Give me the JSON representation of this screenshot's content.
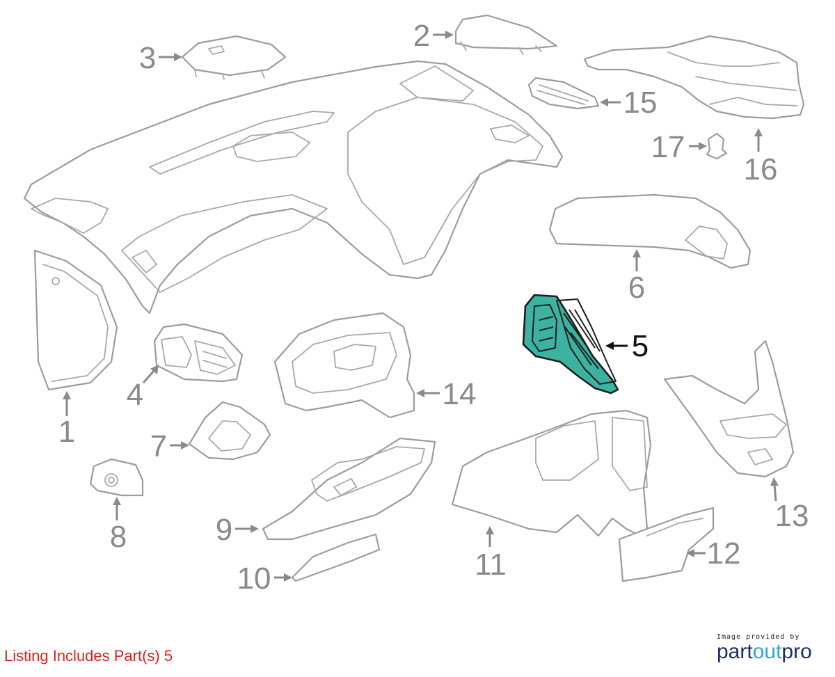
{
  "diagram": {
    "highlighted_part": "5",
    "highlight_color": "#3bb3a0",
    "line_color": "#9c9c9c",
    "callouts": [
      "1",
      "2",
      "3",
      "4",
      "5",
      "6",
      "7",
      "8",
      "9",
      "10",
      "11",
      "12",
      "13",
      "14",
      "15",
      "16",
      "17"
    ]
  },
  "footer": {
    "listing_text": "Listing Includes Part(s) 5",
    "listing_color": "#e0201f"
  },
  "brand": {
    "caption": "Image provided by",
    "logo_part1": "part",
    "logo_part2": "out",
    "logo_part3": "pro"
  }
}
